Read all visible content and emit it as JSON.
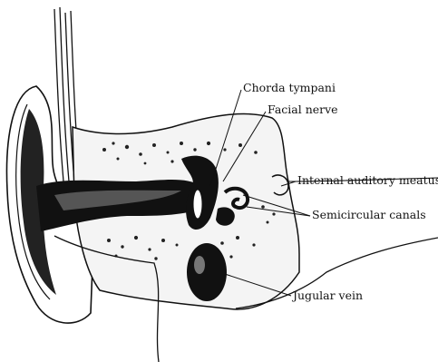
{
  "labels": {
    "chorda_tympani": "Chorda tympani",
    "facial_nerve": "Facial nerve",
    "internal_auditory_meatus": "Internal auditory meatus",
    "semicircular_canals": "Semicircular canals",
    "jugular_vein": "Jugular vein"
  },
  "colors": {
    "ink": "#111111",
    "paper": "#ffffff"
  }
}
